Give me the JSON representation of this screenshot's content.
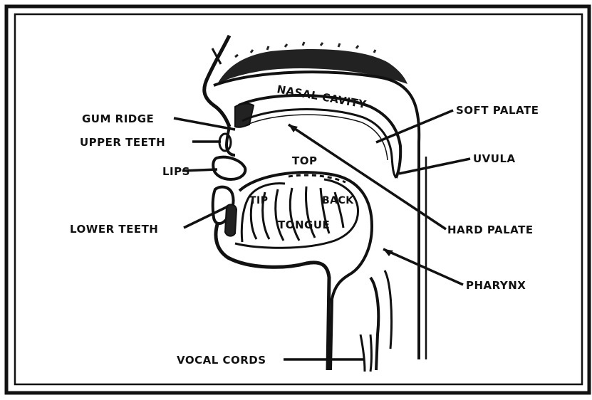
{
  "diagram": {
    "labels": {
      "nasal_cavity": "NASAL CAVITY",
      "gum_ridge": "GUM RIDGE",
      "upper_teeth": "UPPER TEETH",
      "lips": "LIPS",
      "lower_teeth": "LOWER TEETH",
      "soft_palate": "SOFT PALATE",
      "uvula": "UVULA",
      "hard_palate": "HARD PALATE",
      "pharynx": "PHARYNX",
      "vocal_cords": "VOCAL CORDS",
      "top": "TOP",
      "tip": "TIP",
      "back": "BACK",
      "tongue": "TONGUE"
    },
    "colors": {
      "ink": "#111111",
      "paper": "#ffffff"
    }
  }
}
